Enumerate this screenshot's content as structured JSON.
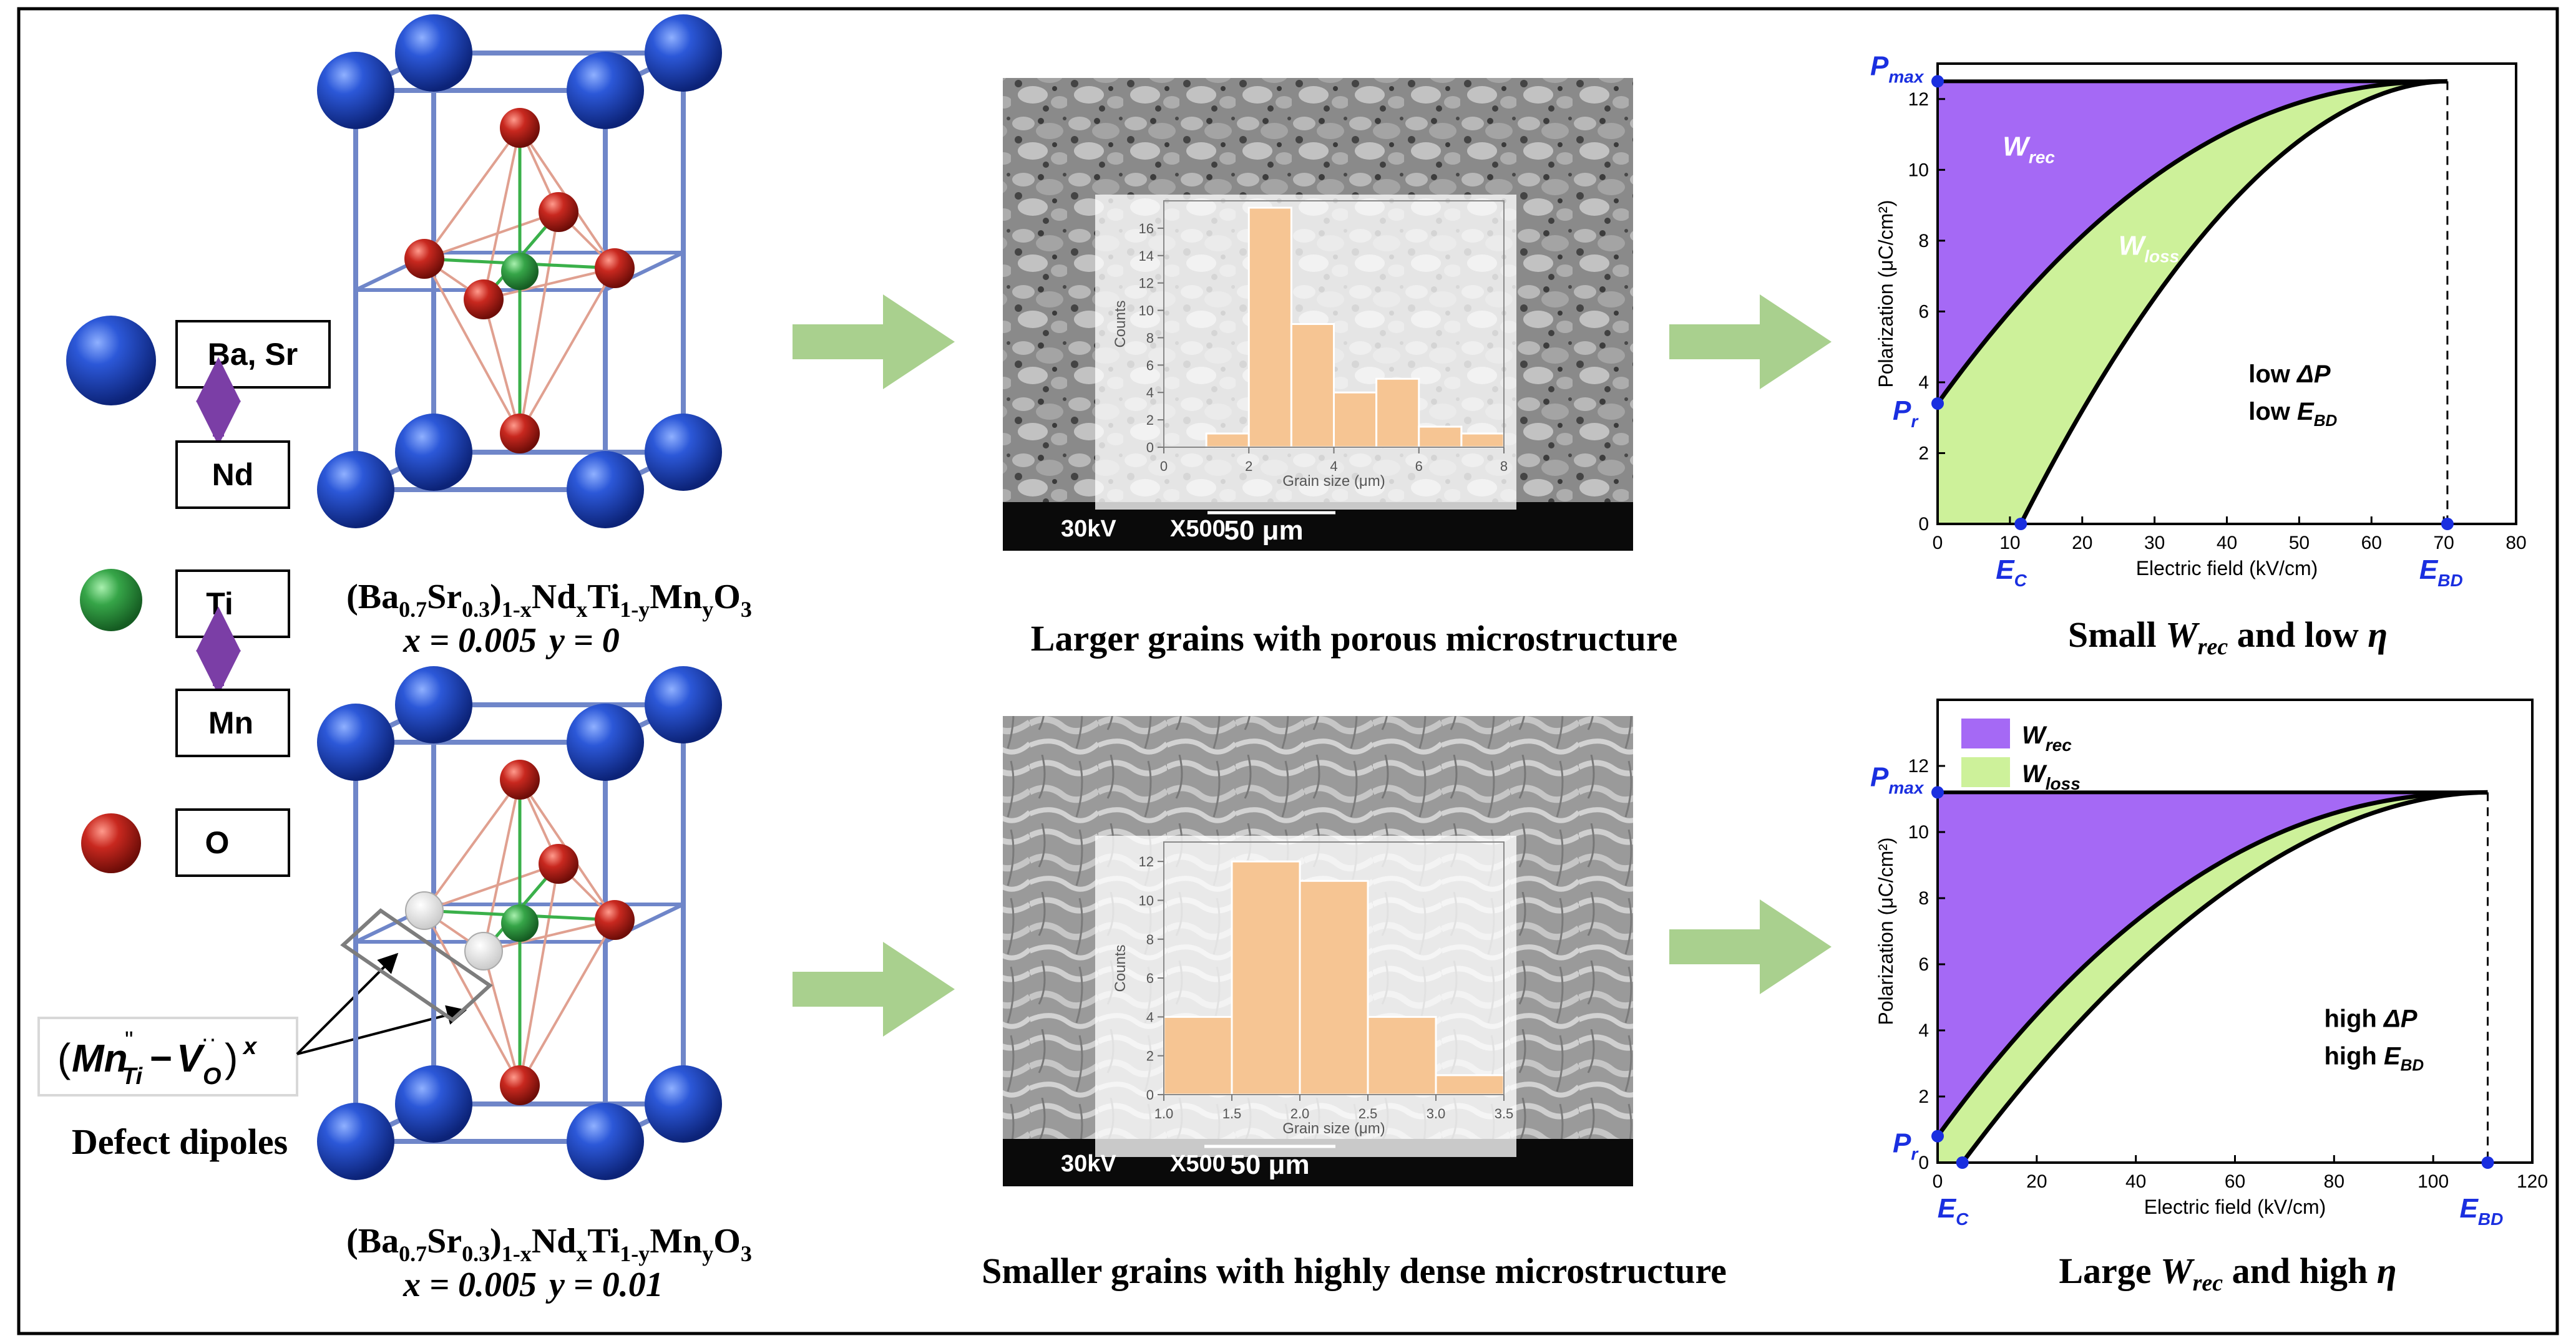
{
  "legend": {
    "items": [
      {
        "atom": "blue",
        "labels": [
          "Ba, Sr",
          "Nd"
        ]
      },
      {
        "atom": "green",
        "labels": [
          "Ti",
          "Mn"
        ]
      },
      {
        "atom": "red",
        "labels": [
          "O"
        ]
      }
    ],
    "defect_label": "Defect dipoles"
  },
  "top": {
    "formula_x": "x = 0.005",
    "formula_y": "y = 0",
    "sem_kv": "30kV",
    "sem_mag": "X500",
    "sem_scale": "50 μm",
    "caption_mid": "Larger grains with porous microstructure",
    "caption_right_a": "Small",
    "caption_right_b": "and low",
    "annot_1": "low",
    "annot_2": "low"
  },
  "bottom": {
    "formula_x": "x = 0.005",
    "formula_y": "y = 0.01",
    "sem_kv": "30kV",
    "sem_mag": "X500",
    "sem_scale": "50 μm",
    "caption_mid": "Smaller grains with highly dense microstructure",
    "caption_right_a": "Large",
    "caption_right_b": "and high",
    "annot_1": "high",
    "annot_2": "high",
    "legend_wrec": "W",
    "legend_wloss": "W"
  },
  "colors": {
    "wrec": "#a569f5",
    "wloss": "#cdf19a",
    "arrow": "#a7cf8e",
    "ba_sr": "#1f49c9",
    "ti": "#38a84a",
    "o": "#c0281f",
    "marker": "#1a2fe0"
  },
  "chart_data": [
    {
      "type": "bar",
      "xlabel": "Grain size (μm)",
      "ylabel": "Counts",
      "x_ticks": [
        "0",
        "2",
        "4",
        "6",
        "8"
      ],
      "y_ticks": [
        "0",
        "2",
        "4",
        "6",
        "8",
        "10",
        "12",
        "14",
        "16"
      ],
      "xlim": [
        0,
        8
      ],
      "ylim": [
        0,
        18
      ],
      "bins": [
        [
          1,
          2
        ],
        [
          2,
          3
        ],
        [
          3,
          4
        ],
        [
          4,
          5
        ],
        [
          5,
          6
        ],
        [
          6,
          7
        ],
        [
          7,
          8
        ]
      ],
      "values": [
        1,
        17.5,
        9,
        4,
        5,
        1.5,
        1
      ]
    },
    {
      "type": "bar",
      "xlabel": "Grain size (μm)",
      "ylabel": "Counts",
      "x_ticks": [
        "1.0",
        "1.5",
        "2.0",
        "2.5",
        "3.0",
        "3.5"
      ],
      "y_ticks": [
        "0",
        "2",
        "4",
        "6",
        "8",
        "10",
        "12"
      ],
      "xlim": [
        1.0,
        3.5
      ],
      "ylim": [
        0,
        13
      ],
      "bins": [
        [
          1.0,
          1.5
        ],
        [
          1.5,
          2.0
        ],
        [
          2.0,
          2.5
        ],
        [
          2.5,
          3.0
        ],
        [
          3.0,
          3.5
        ]
      ],
      "values": [
        4,
        12,
        11,
        4,
        1
      ]
    },
    {
      "type": "area",
      "xlabel": "Electric field (kV/cm)",
      "ylabel": "Polarization (μC/cm²)",
      "x_ticks": [
        "0",
        "10",
        "20",
        "30",
        "40",
        "50",
        "60",
        "70",
        "80"
      ],
      "y_ticks": [
        "0",
        "2",
        "4",
        "6",
        "8",
        "10",
        "12"
      ],
      "xlim": [
        0,
        80
      ],
      "ylim": [
        0,
        13
      ],
      "Pmax": 12.5,
      "Pr": 3.4,
      "Ec": 11.5,
      "Ebd": 70.5
    },
    {
      "type": "area",
      "xlabel": "Electric field (kV/cm)",
      "ylabel": "Polarization (μC/cm²)",
      "x_ticks": [
        "0",
        "20",
        "40",
        "60",
        "80",
        "100",
        "120"
      ],
      "y_ticks": [
        "0",
        "2",
        "4",
        "6",
        "8",
        "10",
        "12"
      ],
      "xlim": [
        0,
        120
      ],
      "ylim": [
        0,
        14
      ],
      "Pmax": 11.2,
      "Pr": 0.8,
      "Ec": 5,
      "Ebd": 111
    }
  ]
}
